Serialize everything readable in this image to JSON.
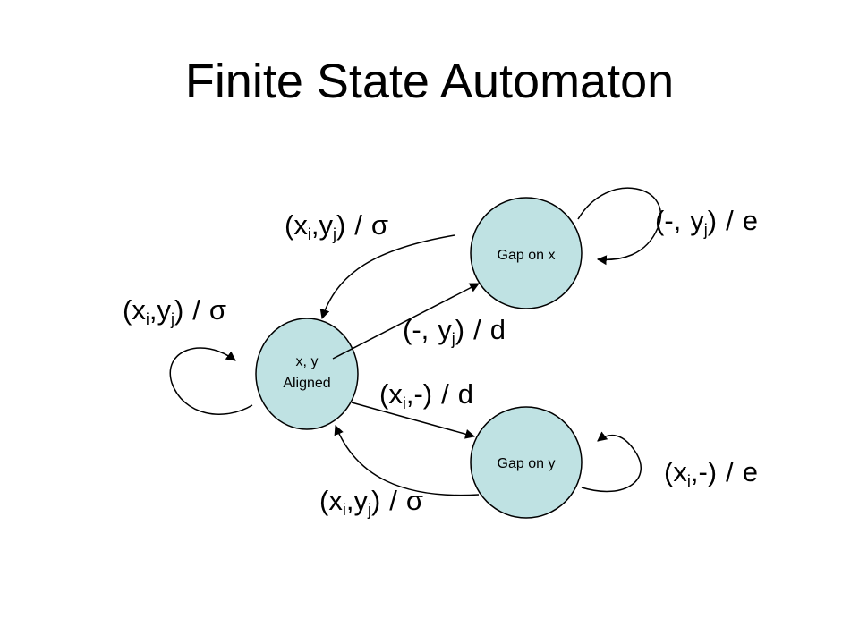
{
  "title": "Finite State Automaton",
  "colors": {
    "state_fill": "#BFE2E3",
    "stroke": "#000000",
    "background": "#FFFFFF"
  },
  "states": {
    "aligned": {
      "line1": "x, y",
      "line2": "Aligned"
    },
    "gap_x": {
      "label": "Gap on x"
    },
    "gap_y": {
      "label": "Gap on y"
    }
  },
  "symbols": {
    "x": "x",
    "y": "y",
    "i": "i",
    "j": "j",
    "sigma": "σ",
    "dash": "-",
    "d": "d",
    "e": "e"
  }
}
